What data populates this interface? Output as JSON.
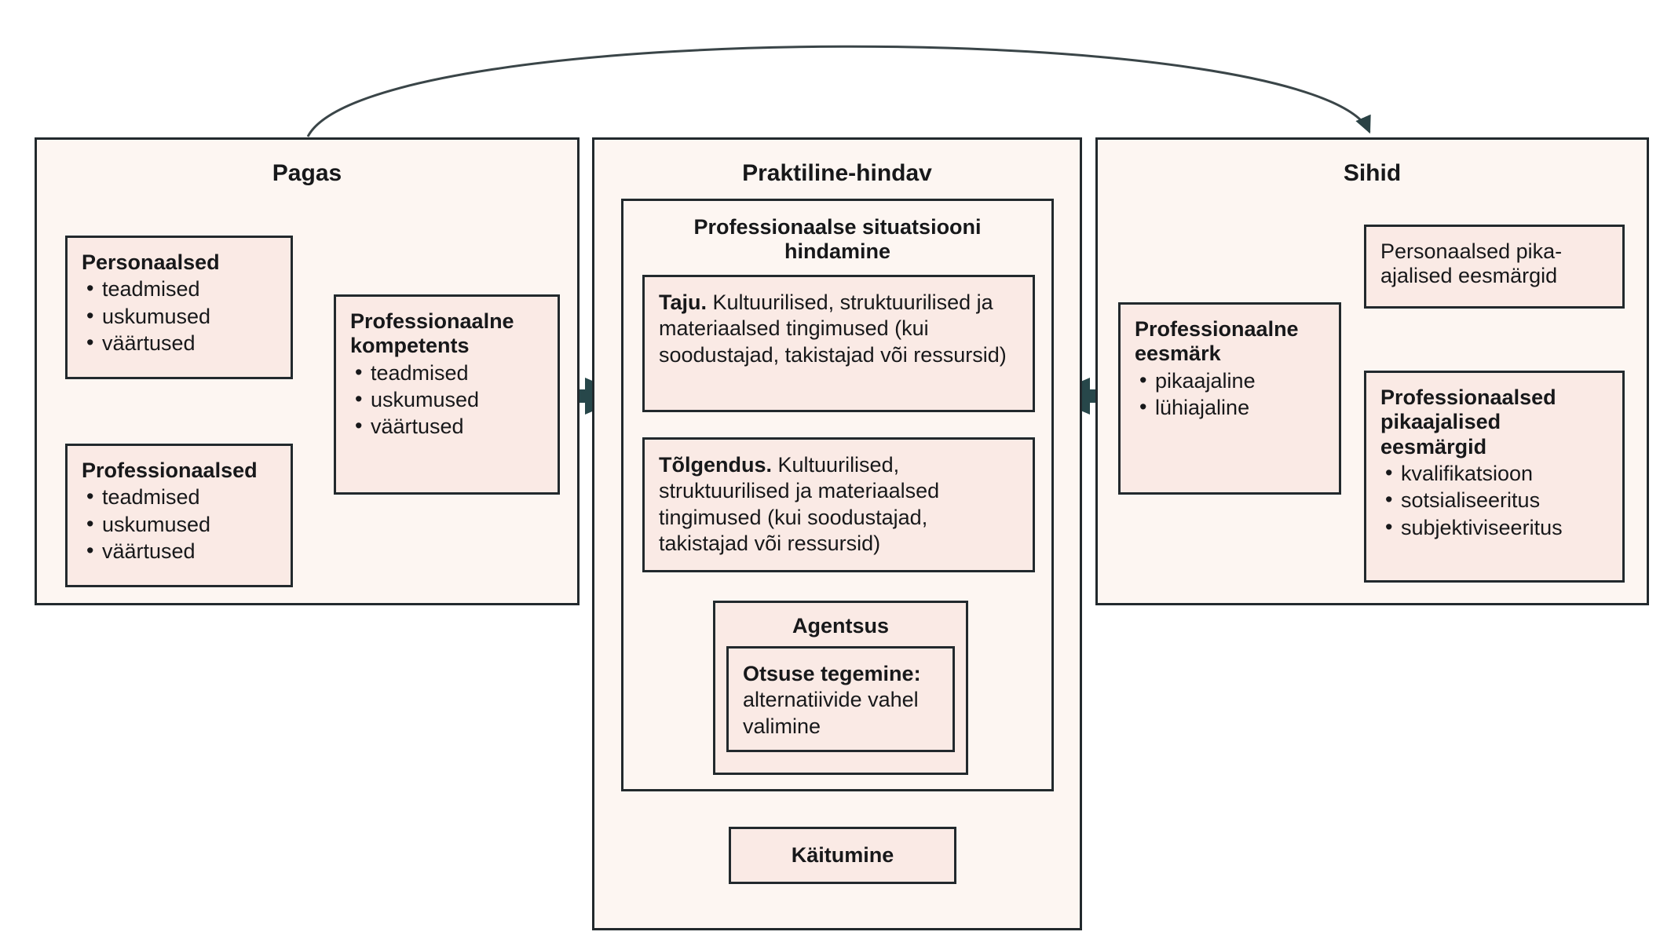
{
  "diagram": {
    "title_hidden": "",
    "colors": {
      "panel_fill": "#fdf6f2",
      "box_fill": "#faeae5",
      "border": "#22292d",
      "arrow_thick": "#27474a",
      "arrow_thin": "#4b5f60",
      "text": "#17181a"
    }
  },
  "panels": {
    "left": {
      "title": "Pagas",
      "boxes": {
        "personal": {
          "title": "Personaalsed",
          "items": [
            "teadmised",
            "uskumused",
            "väärtused"
          ]
        },
        "professional": {
          "title": "Professionaalsed",
          "items": [
            "teadmised",
            "uskumused",
            "väärtused"
          ]
        },
        "competence": {
          "title": "Professionaalne kompetents",
          "items": [
            "teadmised",
            "uskumused",
            "väärtused"
          ]
        }
      }
    },
    "middle": {
      "title": "Praktiline-hindav",
      "assessment": {
        "title": "Professionaalse situatsiooni hindamine",
        "perception": {
          "lead": "Taju.",
          "text": "Kultuurilised, struktuurilised ja materiaalsed tingimused (kui soodustajad, takistajad või ressursid)"
        },
        "interpretation": {
          "lead": "Tõlgendus.",
          "text": "Kultuurilised, struktuurilised ja materiaalsed tingimused (kui soodustajad, takistajad või ressursid)"
        },
        "agency": {
          "title": "Agentsus",
          "decision": {
            "lead": "Otsuse tegemine:",
            "text": "alternatiivide vahel valimine"
          }
        }
      },
      "behaviour": {
        "title": "Käitumine"
      }
    },
    "right": {
      "title": "Sihid",
      "boxes": {
        "professional_goal": {
          "title": "Professionaalne eesmärk",
          "items": [
            "pikaajaline",
            "lühiajaline"
          ]
        },
        "personal_longterm": {
          "title": "Personaalsed pika-ajalised eesmärgid"
        },
        "professional_longterm": {
          "title": "Professionaalsed pikaajalised eesmärgid",
          "items": [
            "kvalifikatsioon",
            "sotsialiseeritus",
            "subjektiviseeritus"
          ]
        }
      }
    }
  }
}
